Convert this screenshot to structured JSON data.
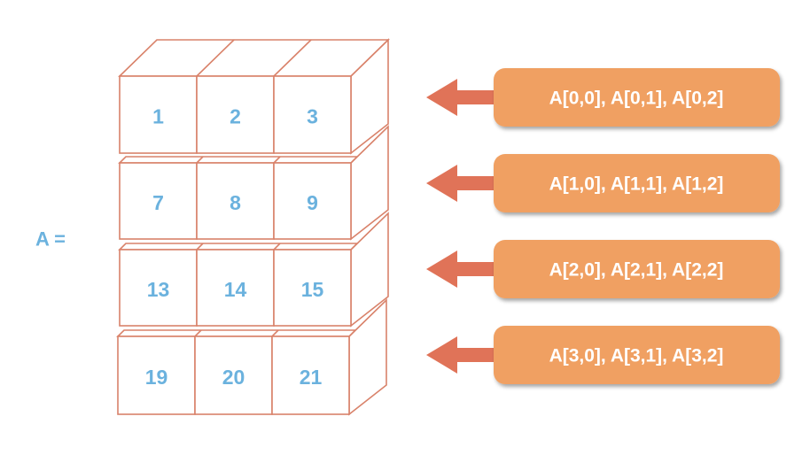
{
  "variable_label": "A =",
  "rows": [
    {
      "values": [
        "1",
        "2",
        "3"
      ],
      "label": "A[0,0], A[0,1], A[0,2]"
    },
    {
      "values": [
        "7",
        "8",
        "9"
      ],
      "label": "A[1,0], A[1,1], A[1,2]"
    },
    {
      "values": [
        "13",
        "14",
        "15"
      ],
      "label": "A[2,0], A[2,1], A[2,2]"
    },
    {
      "values": [
        "19",
        "20",
        "21"
      ],
      "label": "A[3,0], A[3,1], A[3,2]"
    }
  ],
  "colors": {
    "cube_stroke": "#d9826a",
    "cell_text": "#6bb2de",
    "arrow": "#e07358",
    "label_box": "#f0a062",
    "label_text": "#ffffff"
  }
}
